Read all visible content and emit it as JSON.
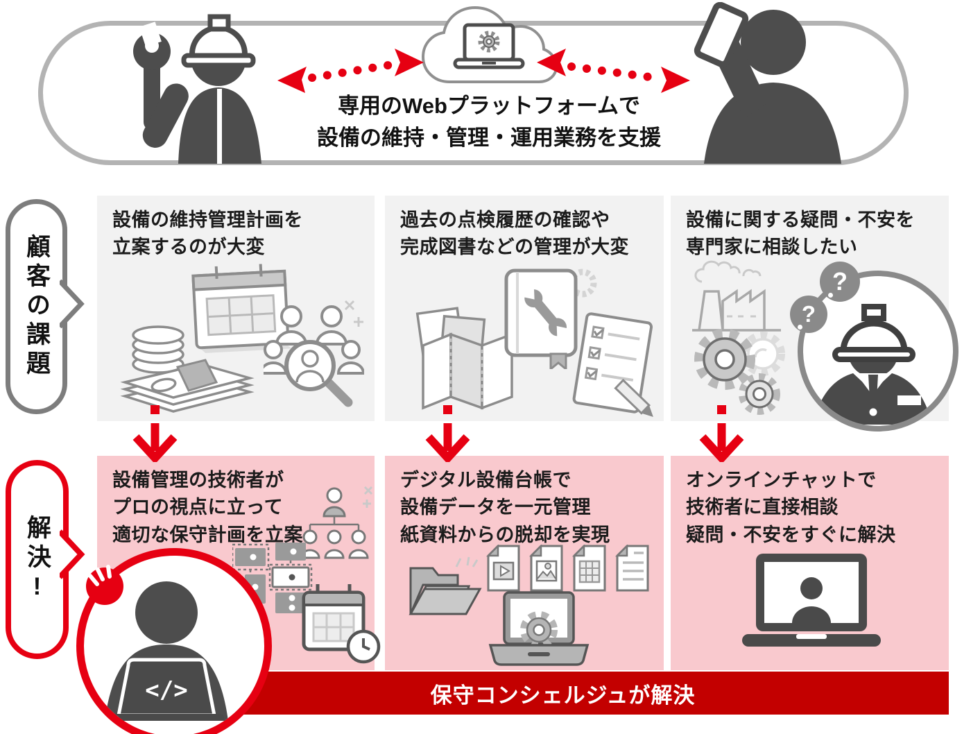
{
  "header": {
    "line1": "専用のWebプラットフォームで",
    "line2": "設備の維持・管理・運用業務を支援"
  },
  "challenge_label": "顧客の課題",
  "solution_label": "解決!",
  "challenges": [
    {
      "lines": [
        "設備の維持管理計画を",
        "立案するのが大変"
      ],
      "icons": [
        "calendar-icon",
        "money-icon",
        "people-search-icon"
      ]
    },
    {
      "lines": [
        "過去の点検履歴の確認や",
        "完成図書などの管理が大変"
      ],
      "icons": [
        "documents-icon",
        "folded-map-icon",
        "manual-book-icon",
        "checklist-icon"
      ]
    },
    {
      "lines": [
        "設備に関する疑問・不安を",
        "専門家に相談したい"
      ],
      "icons": [
        "factory-icon",
        "gears-icon",
        "engineer-question-icon"
      ],
      "question_mark": "?"
    }
  ],
  "solutions": [
    {
      "lines": [
        "設備管理の技術者が",
        "プロの視点に立って",
        "適切な保守計画を立案"
      ],
      "icons": [
        "org-chart-icon",
        "workflow-icon",
        "calendar-clock-icon",
        "concierge-coder-icon"
      ]
    },
    {
      "lines": [
        "デジタル設備台帳で",
        "設備データを一元管理",
        "紙資料からの脱却を実現"
      ],
      "icons": [
        "folder-icon",
        "video-file-icon",
        "image-file-icon",
        "spreadsheet-file-icon",
        "text-file-icon",
        "laptop-gear-icon"
      ]
    },
    {
      "lines": [
        "オンラインチャットで",
        "技術者に直接相談",
        "疑問・不安をすぐに解決"
      ],
      "icons": [
        "video-call-laptop-icon"
      ]
    }
  ],
  "banner": "保守コンシェルジュが解決",
  "code_symbol": "</>",
  "colors": {
    "accent_red": "#e60012",
    "banner_red": "#c30000",
    "pink_panel": "#f9c9ce",
    "gray_panel": "#f2f2f2",
    "pill_border_gray": "#b3b3b3",
    "bubble_border_gray": "#7d7d7d",
    "silhouette_gray": "#4d4d4d",
    "icon_outline_gray": "#8c8c8c"
  }
}
